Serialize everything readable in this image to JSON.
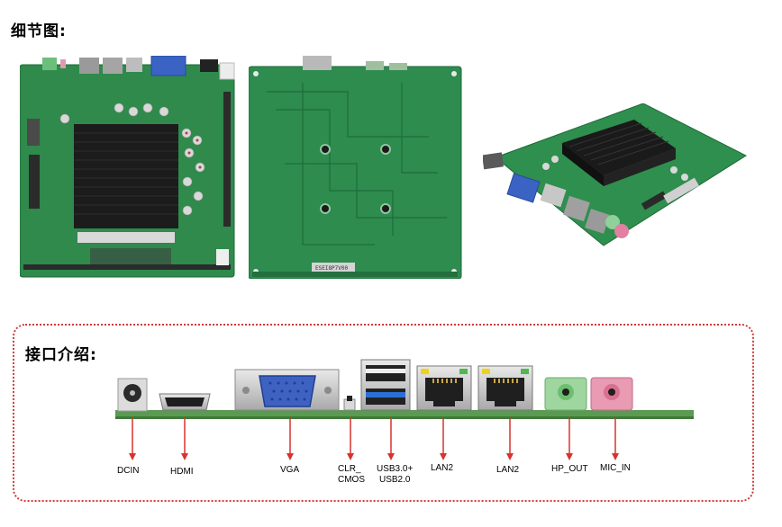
{
  "headings": {
    "detail": "细节图:",
    "ports": "接口介绍:"
  },
  "colors": {
    "pcb_green": "#2f8a4c",
    "heatsink": "#1c1c1c",
    "arrow_red": "#d8322e",
    "panel_border": "#d23a3a",
    "hp_out_jack": "#9fd6a0",
    "mic_in_jack": "#e89bb3",
    "usb3_blue": "#2a6fd6"
  },
  "boards": {
    "front_icon": "board-front-photo",
    "back_icon": "board-back-photo",
    "angle_icon": "board-angled-photo",
    "back_sticker": "ESEI8P7V00"
  },
  "ports": [
    {
      "id": "dcin",
      "label": "DCIN",
      "icon": "dc-jack-icon"
    },
    {
      "id": "hdmi",
      "label": "HDMI",
      "icon": "hdmi-port-icon"
    },
    {
      "id": "vga",
      "label": "VGA",
      "icon": "vga-port-icon"
    },
    {
      "id": "clr",
      "label_line1": "CLR_",
      "label_line2": "CMOS",
      "icon": "clr-cmos-button-icon"
    },
    {
      "id": "usb",
      "label_line1": "USB3.0+",
      "label_line2": "USB2.0",
      "icon": "usb-port-icon"
    },
    {
      "id": "lan1",
      "label": "LAN2",
      "icon": "lan-port-icon"
    },
    {
      "id": "lan2",
      "label": "LAN2",
      "icon": "lan-port-icon"
    },
    {
      "id": "hp",
      "label": "HP_OUT",
      "icon": "audio-jack-icon"
    },
    {
      "id": "mic",
      "label": "MIC_IN",
      "icon": "audio-jack-icon"
    }
  ]
}
